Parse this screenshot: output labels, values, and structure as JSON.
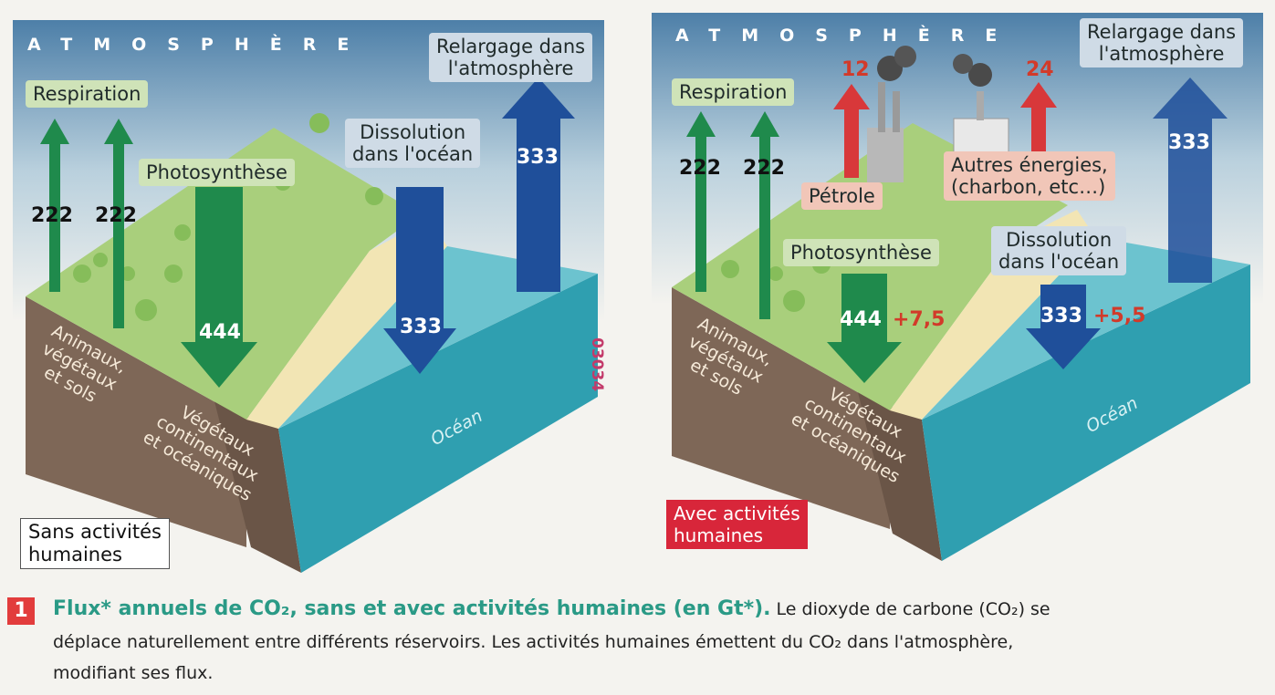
{
  "left": {
    "atmosphere": "ATMOSPHÈRE",
    "respiration": "Respiration",
    "photosynthese": "Photosynthèse",
    "dissolution_l1": "Dissolution",
    "dissolution_l2": "dans l'océan",
    "relargage_l1": "Relargage dans",
    "relargage_l2": "l'atmosphère",
    "resp_value_1": "222",
    "resp_value_2": "222",
    "photo_value": "444",
    "dissolution_value": "333",
    "relargage_value": "333",
    "soil_l1": "Animaux,",
    "soil_l2": "végétaux",
    "soil_l3": "et sols",
    "veg_l1": "Végétaux",
    "veg_l2": "continentaux",
    "veg_l3": "et océaniques",
    "ocean": "Océan",
    "code": "03034",
    "box_l1": "Sans activités",
    "box_l2": "humaines"
  },
  "right": {
    "atmosphere": "ATMOSPHÈRE",
    "respiration": "Respiration",
    "photosynthese": "Photosynthèse",
    "dissolution_l1": "Dissolution",
    "dissolution_l2": "dans l'océan",
    "relargage_l1": "Relargage dans",
    "relargage_l2": "l'atmosphère",
    "petrole": "Pétrole",
    "autres_l1": "Autres énergies,",
    "autres_l2": "(charbon, etc…)",
    "petrole_value": "12",
    "autres_value": "24",
    "resp_value_1": "222",
    "resp_value_2": "222",
    "photo_value": "444",
    "photo_extra": "+7,5",
    "dissolution_value": "333",
    "dissolution_extra": "+5,5",
    "relargage_value": "333",
    "soil_l1": "Animaux,",
    "soil_l2": "végétaux",
    "soil_l3": "et sols",
    "veg_l1": "Végétaux",
    "veg_l2": "continentaux",
    "veg_l3": "et océaniques",
    "ocean": "Océan",
    "box_l1": "Avec activités",
    "box_l2": "humaines"
  },
  "caption": {
    "number": "1",
    "title": "Flux* annuels de CO₂, sans et avec activités humaines (en Gt*).",
    "text1": "Le dioxyde de carbone (CO₂) se",
    "text2": "déplace naturellement entre différents réservoirs. Les activités humaines émettent du CO₂ dans l'atmosphère,",
    "text3": "modifiant ses flux."
  },
  "colors": {
    "green_arrow": "#1f8a4c",
    "blue_arrow": "#1f4f9a",
    "red_arrow": "#d8383a",
    "land": "#a9cf7c",
    "soil": "#7e6757",
    "ocean_top": "#6cc3cf",
    "ocean_side": "#2f9fb0",
    "sky": "#4d7fa8"
  }
}
